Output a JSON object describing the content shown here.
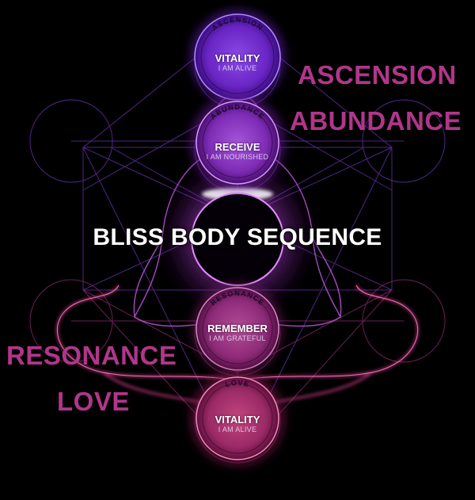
{
  "title": "BLISS BODY SEQUENCE",
  "side_labels": {
    "ascension": "ASCENSION",
    "abundance": "ABUNDANCE",
    "resonance": "RESONANCE",
    "love": "LOVE"
  },
  "orbs": [
    {
      "ring_text": "ASCENSION",
      "label": "VITALITY",
      "sub": "I AM ALIVE",
      "color": "#7b2fd6"
    },
    {
      "ring_text": "ABUNDANCE",
      "label": "RECEIVE",
      "sub": "I AM NOURISHED",
      "color": "#9b3bd0"
    },
    {
      "ring_text": "RESONANCE",
      "label": "REMEMBER",
      "sub": "I AM GRATEFUL",
      "color": "#b03a9e"
    },
    {
      "ring_text": "LOVE",
      "label": "VITALITY",
      "sub": "I AM ALIVE",
      "color": "#c23a7e"
    }
  ],
  "colors": {
    "background": "#000000",
    "side_text": "#b0368a",
    "glow": "#e07cff",
    "lines_upper": "#7a3bc2",
    "lines_lower": "#b0368a"
  }
}
